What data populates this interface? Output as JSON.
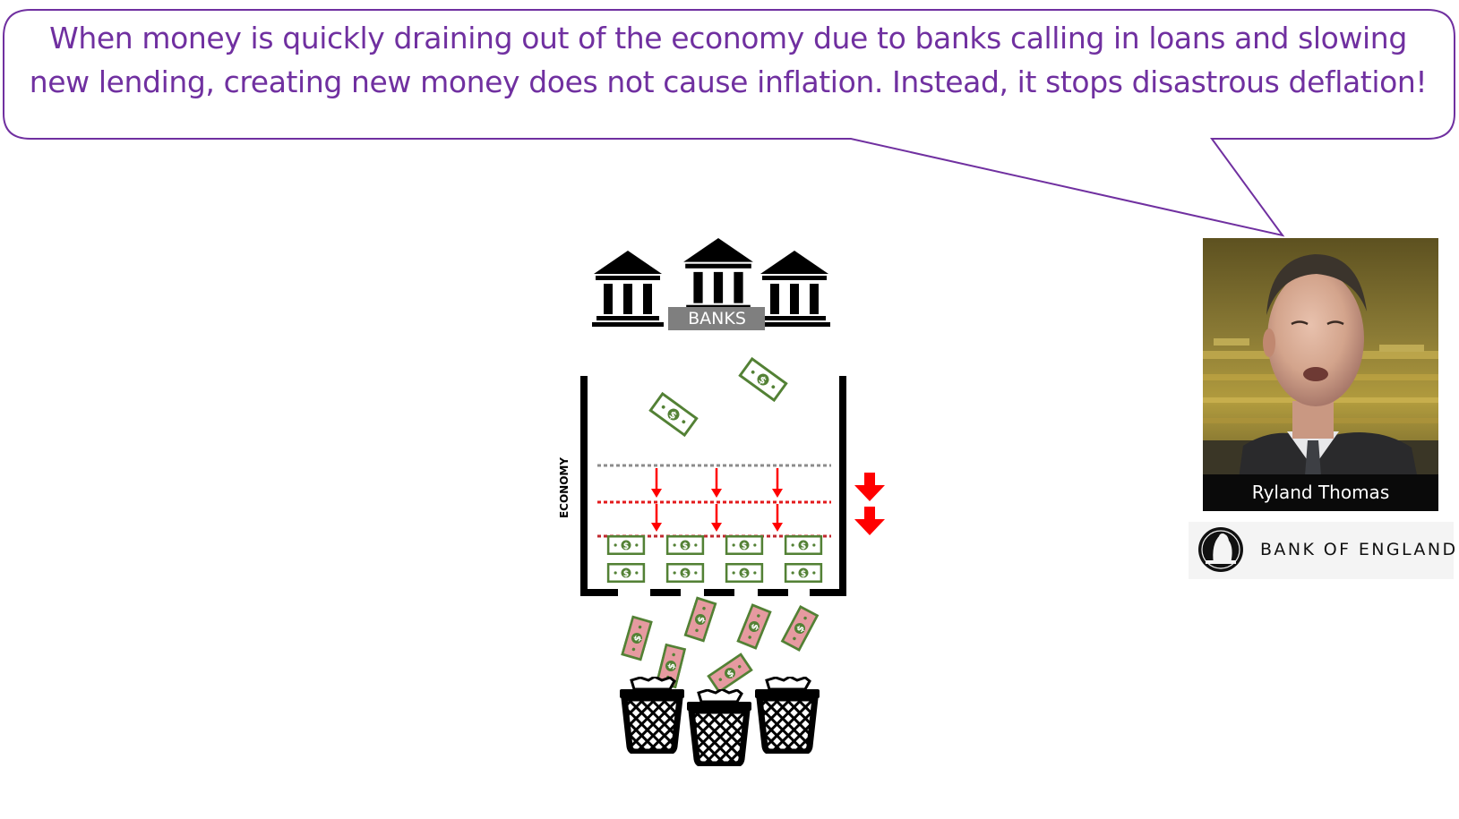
{
  "speech_bubble": {
    "line1": "When money is quickly draining out of the economy due to banks calling in loans and slowing",
    "line2": "new lending, creating new money does not cause inflation. Instead, it stops disastrous deflation!"
  },
  "diagram": {
    "banks_label": "BANKS",
    "economy_label": "ECONOMY"
  },
  "speaker": {
    "name": "Ryland Thomas",
    "organization": "BANK OF ENGLAND"
  },
  "colors": {
    "caption_text": "#7030a0",
    "bubble_border": "#7030a0",
    "money_green": "#538135",
    "money_pink": "#e69aa0",
    "level_arrow_red": "#ff0000"
  }
}
